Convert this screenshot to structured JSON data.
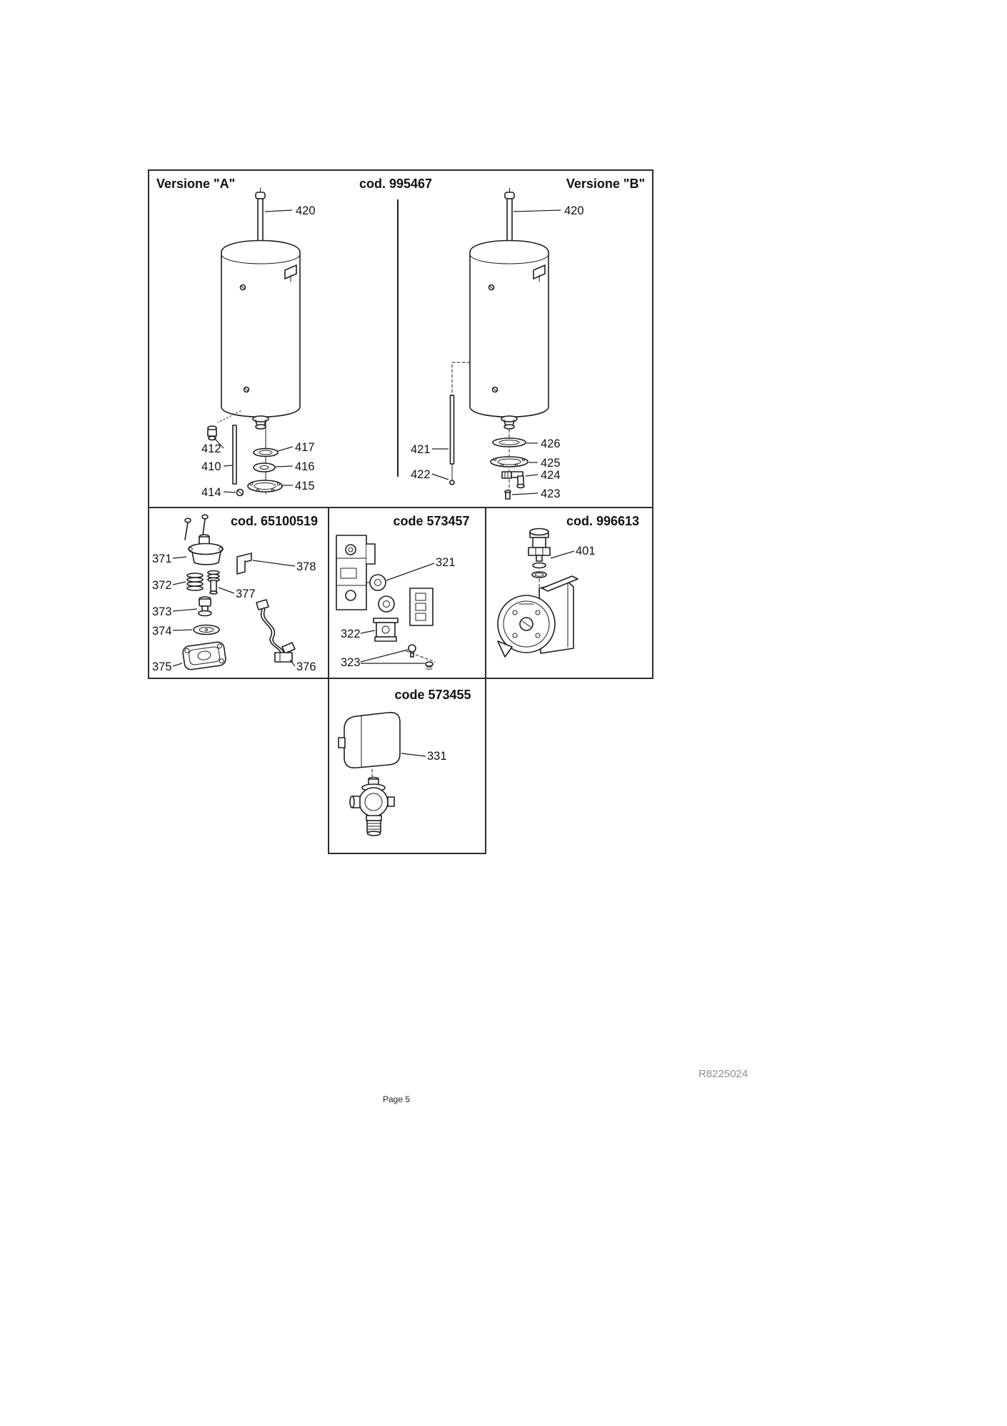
{
  "page": {
    "footer_ref": "R8225024",
    "page_label": "Page 5"
  },
  "top_panel": {
    "title_left": "Versione \"A\"",
    "title_center": "cod. 995467",
    "title_right": "Versione \"B\"",
    "labels": {
      "a420": "420",
      "a412": "412",
      "a410": "410",
      "a414": "414",
      "a417": "417",
      "a416": "416",
      "a415": "415",
      "b420": "420",
      "b421": "421",
      "b422": "422",
      "b426": "426",
      "b425": "425",
      "b424": "424",
      "b423": "423"
    }
  },
  "panel_65100519": {
    "title": "cod. 65100519",
    "labels": {
      "p371": "371",
      "p372": "372",
      "p373": "373",
      "p374": "374",
      "p375": "375",
      "p376": "376",
      "p377": "377",
      "p378": "378"
    }
  },
  "panel_573457": {
    "title": "code 573457",
    "labels": {
      "p321": "321",
      "p322": "322",
      "p323": "323"
    }
  },
  "panel_996613": {
    "title": "cod. 996613",
    "labels": {
      "p401": "401"
    }
  },
  "panel_573455": {
    "title": "code 573455",
    "labels": {
      "p331": "331"
    }
  }
}
